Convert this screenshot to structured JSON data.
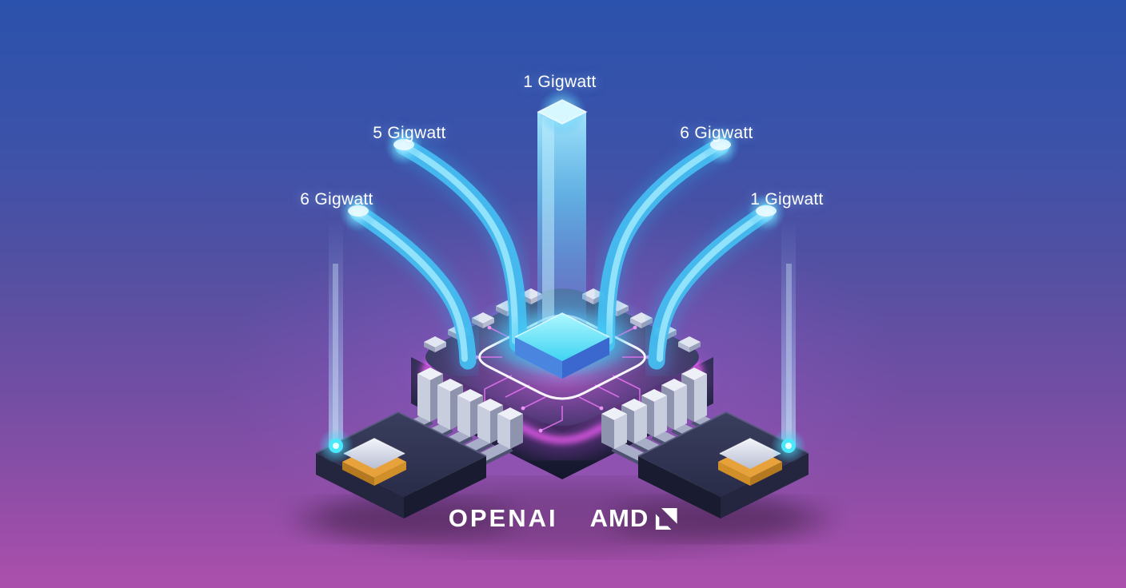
{
  "labels": [
    {
      "id": "center",
      "text": "1 Gigwatt"
    },
    {
      "id": "upper-left",
      "text": "5 Gigwatt"
    },
    {
      "id": "upper-right",
      "text": "6 Gigwatt"
    },
    {
      "id": "far-left",
      "text": "6 Gigwatt"
    },
    {
      "id": "far-right",
      "text": "1 Gigwatt"
    }
  ],
  "logos": {
    "openai": "OPENAI",
    "amd": "AMD"
  },
  "colors": {
    "background_top": "#2B52AC",
    "background_middle": "#5A4FA0",
    "background_bottom": "#AC4FAC",
    "beam_cyan": "#45BDF0",
    "beam_highlight": "#9FE9FD",
    "glow_cyan": "#35E0F5",
    "chip_body_dark": "#1C1F3A",
    "chip_rim_magenta": "#EE5CF2",
    "die_cyan": "#56E8F6",
    "pin_silver": "#D8DCEA",
    "mini_chip_gold": "#E8A23C",
    "label_text": "#FFFFFF"
  }
}
